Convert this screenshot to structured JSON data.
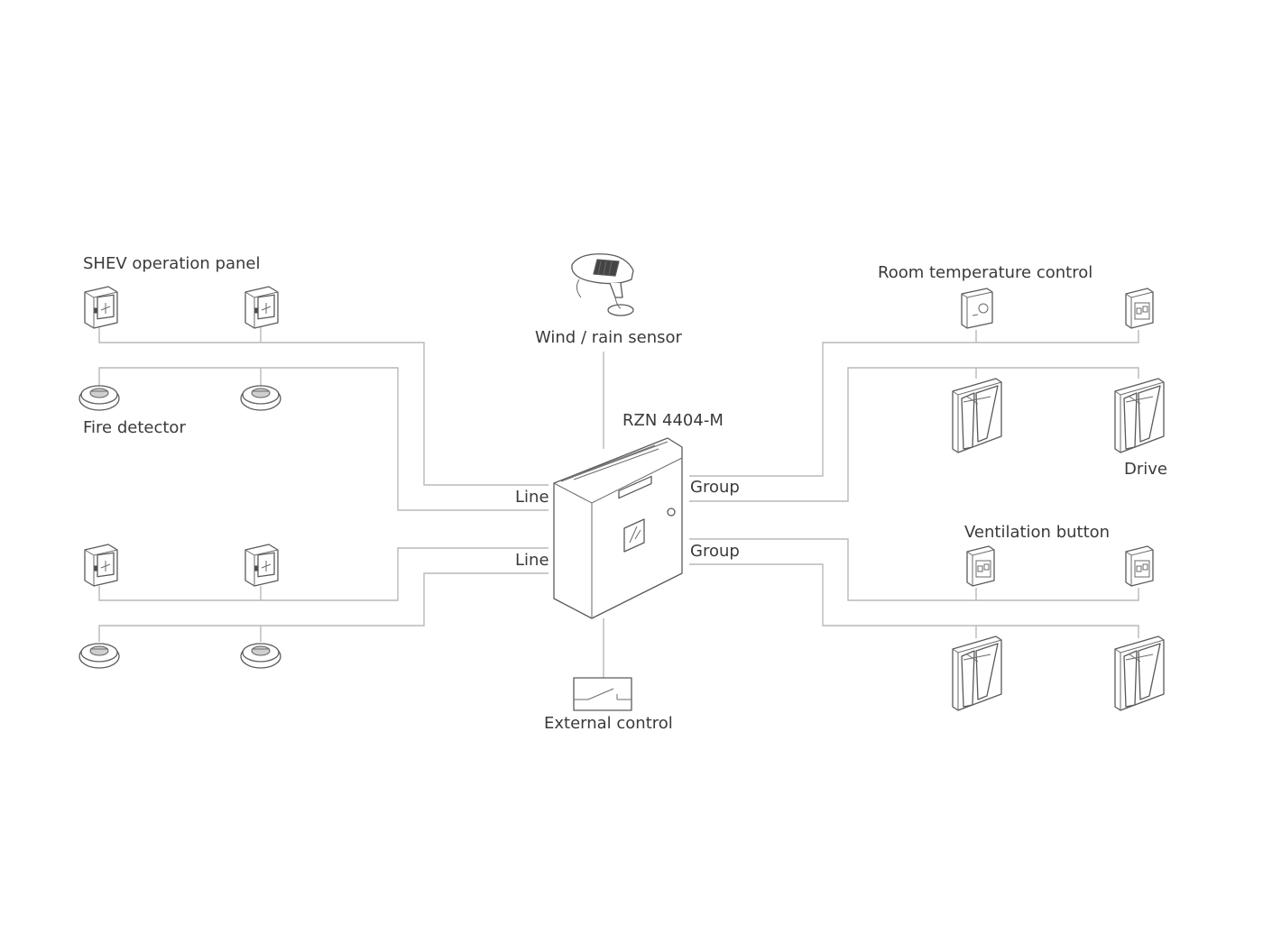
{
  "labels": {
    "shev_panel": "SHEV operation panel",
    "fire_detector": "Fire detector",
    "wind_rain_sensor": "Wind / rain sensor",
    "controller": "RZN 4404-M",
    "line_top": "Line",
    "line_bottom": "Line",
    "group_top": "Group",
    "group_bottom": "Group",
    "room_temp": "Room temperature control",
    "drive": "Drive",
    "ventilation_button": "Ventilation button",
    "external_control": "External control"
  },
  "icons": {
    "shev_panel": "shev-panel-icon",
    "fire_detector": "fire-detector-icon",
    "wind_sensor": "wind-rain-sensor-icon",
    "controller": "controller-box-icon",
    "thermostat": "room-thermostat-icon",
    "switch": "ventilation-switch-icon",
    "window": "window-drive-icon",
    "external": "external-switch-icon"
  },
  "colors": {
    "wire": "#b9b9b9",
    "outline": "#5a5a5a",
    "text": "#3a3a3a"
  }
}
